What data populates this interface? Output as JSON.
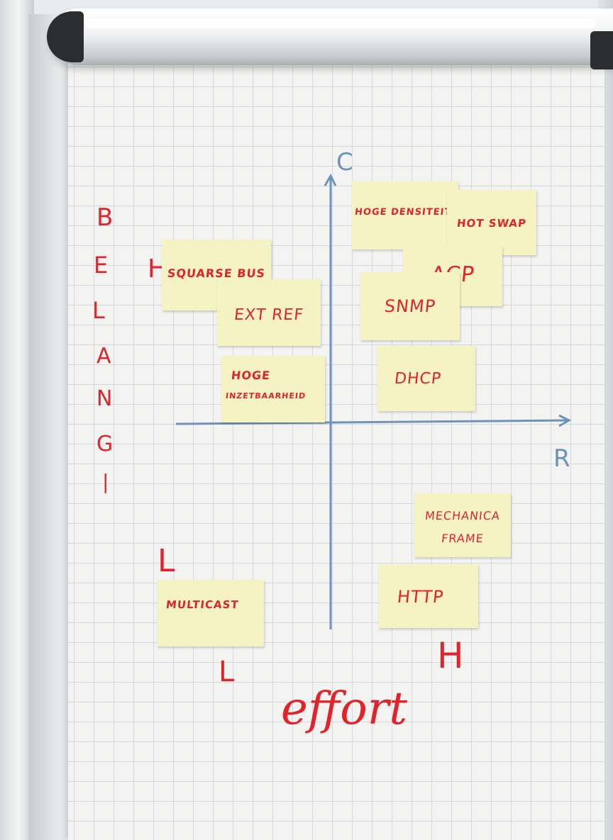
{
  "axis_labels": {
    "y_top": "C",
    "x_right": "R"
  },
  "side_labels": {
    "belang": [
      "B",
      "E",
      "L",
      "A",
      "N",
      "G"
    ],
    "high_top": "H",
    "low_left": "L",
    "effort_low": "L",
    "effort_high": "H",
    "effort": "effort"
  },
  "notes": {
    "hoge_densiteit": "HOGE DENSITEIT",
    "hot_swap": "HOT SWAP",
    "acp": "ACP",
    "snmp": "SNMP",
    "squarse_bus": "SQUARSE BUS",
    "ext_ref": "EXT REF",
    "hoge_inzetbaarheid_1": "HOGE",
    "hoge_inzetbaarheid_2": "INZETBAARHEID",
    "dhcp": "DHCP",
    "mechanica_frame_1": "MECHANICA",
    "mechanica_frame_2": "FRAME",
    "multicast": "MULTICAST",
    "http": "HTTP"
  },
  "colors": {
    "marker_red": "#e0242a",
    "axis_blue": "#6f93b8",
    "sticky_note": "#f5f3c4",
    "grid": "#d5d8dd"
  }
}
